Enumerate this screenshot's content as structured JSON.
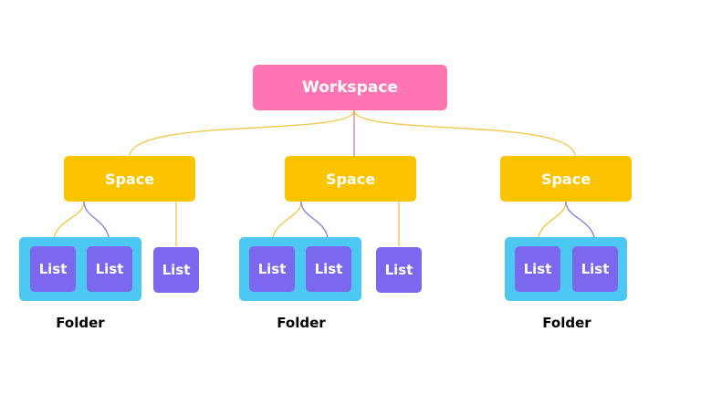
{
  "colors": {
    "workspace": "#ff74b2",
    "space": "#fcc400",
    "folder": "#4dc8f2",
    "list": "#7b68ee",
    "connector_pink": "#e8809e",
    "connector_yellow": "#f2c94c",
    "connector_purple": "#8b82e3"
  },
  "workspace": {
    "label": "Workspace"
  },
  "spaces": [
    {
      "label": "Space",
      "folder": {
        "label": "Folder",
        "lists": [
          "List",
          "List"
        ]
      },
      "loose_lists": [
        "List"
      ]
    },
    {
      "label": "Space",
      "folder": {
        "label": "Folder",
        "lists": [
          "List",
          "List"
        ]
      },
      "loose_lists": [
        "List"
      ]
    },
    {
      "label": "Space",
      "folder": {
        "label": "Folder",
        "lists": [
          "List",
          "List"
        ]
      },
      "loose_lists": []
    }
  ]
}
